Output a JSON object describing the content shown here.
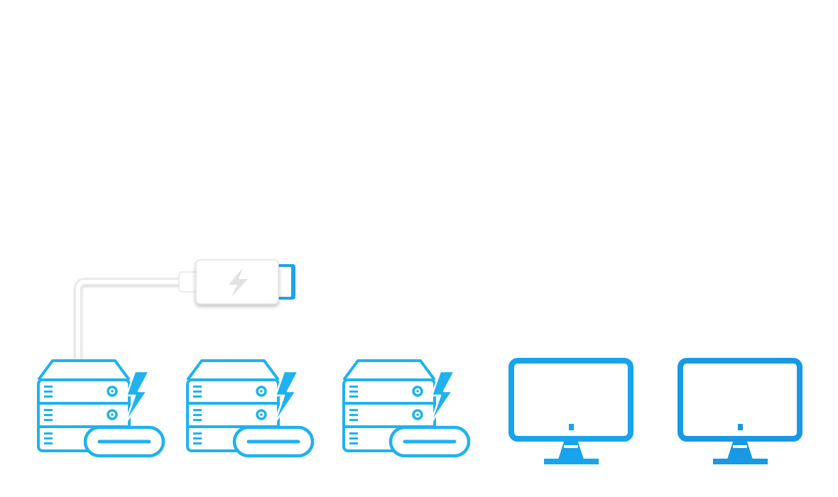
{
  "diagram": {
    "connector": {
      "icon": "thunderbolt-bolt-icon",
      "body_color": "#ffffff",
      "bolt_color": "#e2e2e2",
      "tip_color": "#1fa3e6"
    },
    "cable_color": "#e9e9e9",
    "devices": [
      {
        "kind": "storage",
        "icon": "storage-server-icon",
        "color": "#1fb2ee"
      },
      {
        "kind": "storage",
        "icon": "storage-server-icon",
        "color": "#1fb2ee"
      },
      {
        "kind": "storage",
        "icon": "storage-server-icon",
        "color": "#1fb2ee"
      },
      {
        "kind": "display",
        "icon": "monitor-icon",
        "color": "#18a4ec"
      },
      {
        "kind": "display",
        "icon": "monitor-icon",
        "color": "#1998e4"
      }
    ]
  }
}
